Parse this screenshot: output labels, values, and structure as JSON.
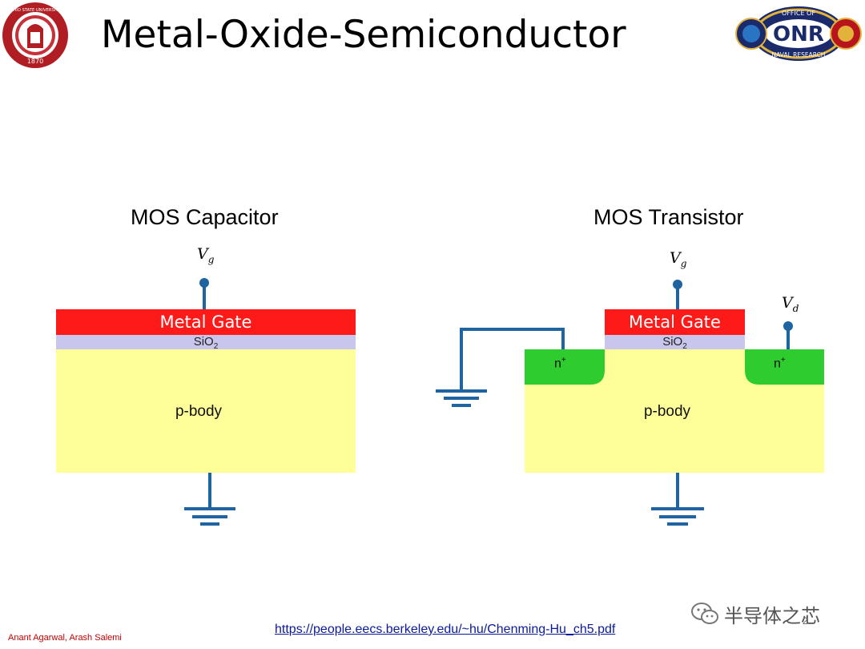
{
  "slide": {
    "title": "Metal-Oxide-Semiconductor",
    "footer_authors": "Anant Agarwal, Arash Salemi",
    "footer_link": "https://people.eecs.berkeley.edu/~hu/Chenming-Hu_ch5.pdf",
    "watermark": "半导体之芯",
    "page_number": "2"
  },
  "logos": {
    "left": {
      "icon": "ohio-state-university-seal",
      "text_top": "OHIO STATE UNIVERSITY",
      "year": "1870"
    },
    "right": {
      "icon": "office-of-naval-research-logo",
      "text_top": "OFFICE OF",
      "text_center": "ONR",
      "text_bottom": "NAVAL RESEARCH"
    }
  },
  "capacitor": {
    "title": "MOS Capacitor",
    "vg_symbol": "V",
    "vg_subscript": "g",
    "gate_label": "Metal Gate",
    "oxide_label": "SiO",
    "oxide_subscript": "2",
    "body_label": "p-body"
  },
  "transistor": {
    "title": "MOS Transistor",
    "vg_symbol": "V",
    "vg_subscript": "g",
    "vd_symbol": "V",
    "vd_subscript": "d",
    "gate_label": "Metal Gate",
    "oxide_label": "SiO",
    "oxide_subscript": "2",
    "body_label": "p-body",
    "source_label": "n",
    "source_superscript": "+",
    "drain_label": "n",
    "drain_superscript": "+"
  },
  "colors": {
    "metal_gate": "#ff1a1a",
    "oxide": "#c9c6ee",
    "p_body": "#ffff99",
    "n_plus": "#2ecc2e",
    "wire": "#1f64a0",
    "title_red": "#c00000",
    "link_blue": "#0b1a9a"
  }
}
